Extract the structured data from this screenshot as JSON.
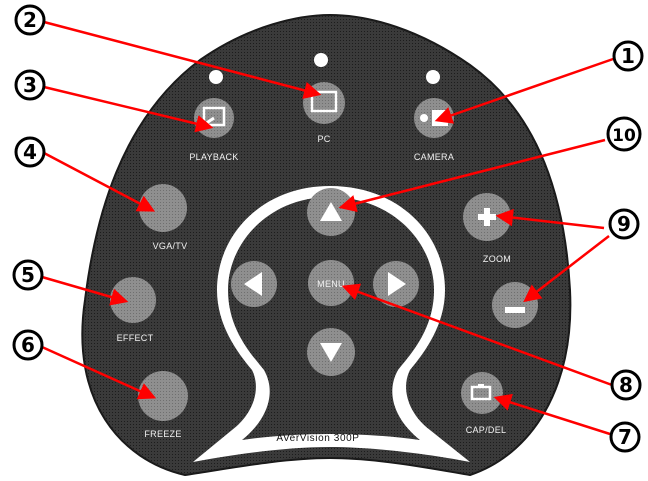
{
  "model": "AVerVision 300P",
  "buttons": {
    "playback": "PLAYBACK",
    "pc": "PC",
    "camera": "CAMERA",
    "vga_tv": "VGA/TV",
    "effect": "EFFECT",
    "freeze": "FREEZE",
    "menu": "MENU",
    "zoom": "ZOOM",
    "cap_del": "CAP/DEL"
  },
  "callouts": [
    "1",
    "2",
    "3",
    "4",
    "5",
    "6",
    "7",
    "8",
    "9",
    "10"
  ],
  "colors": {
    "body": "#2e2e2e",
    "button": "#8a8a8a",
    "arrow": "#ff0000",
    "led": "#ffffff"
  }
}
